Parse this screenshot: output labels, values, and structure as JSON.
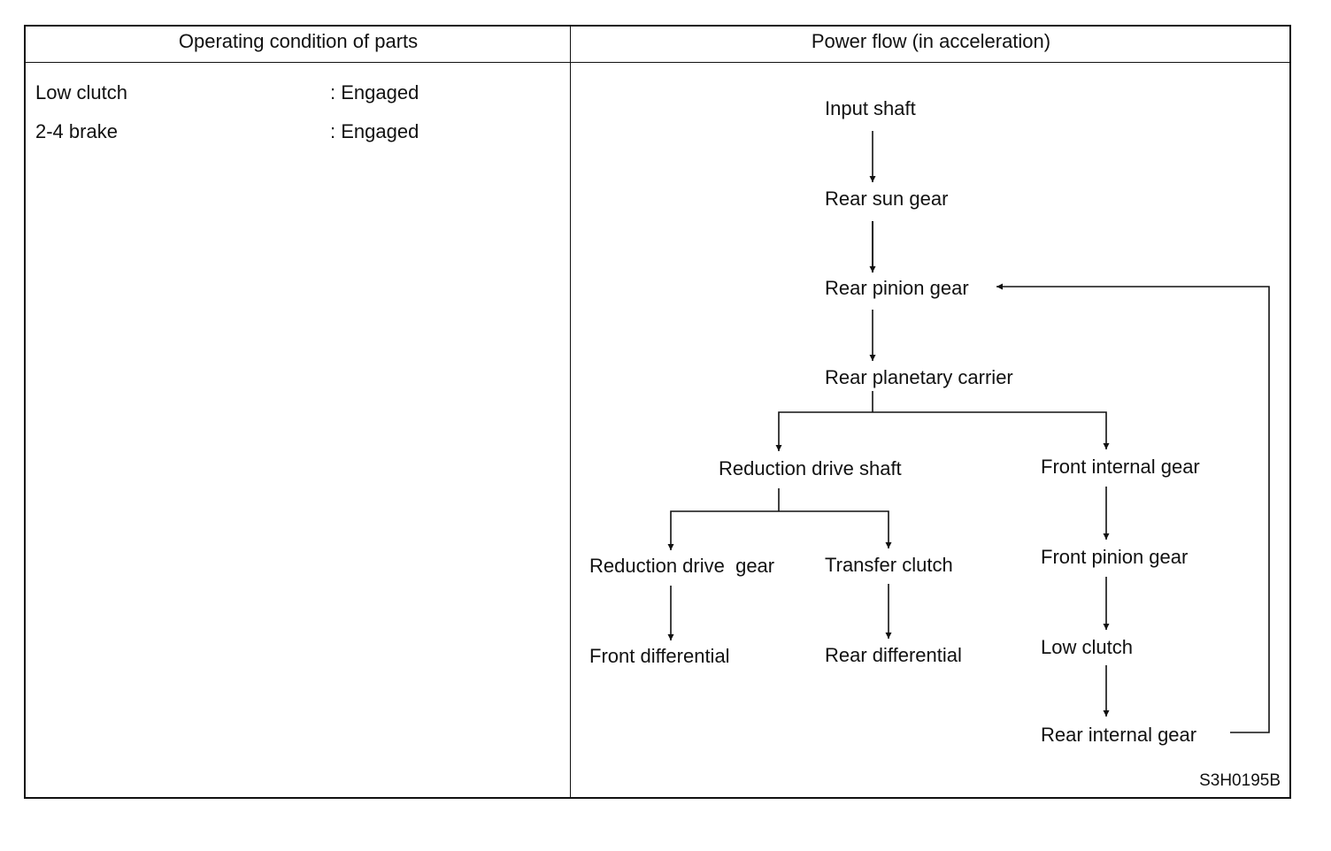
{
  "headers": {
    "left": "Operating condition of parts",
    "right": "Power flow (in acceleration)"
  },
  "conditions": [
    {
      "part": "Low clutch",
      "state": ": Engaged"
    },
    {
      "part": "2-4 brake",
      "state": ": Engaged"
    }
  ],
  "flow": {
    "input_shaft": "Input shaft",
    "rear_sun_gear": "Rear sun gear",
    "rear_pinion_gear": "Rear pinion gear",
    "rear_planetary_carrier": "Rear planetary carrier",
    "reduction_drive_shaft": "Reduction drive shaft",
    "front_internal_gear": "Front internal gear",
    "reduction_drive_gear": "Reduction drive  gear",
    "transfer_clutch": "Transfer clutch",
    "front_pinion_gear": "Front pinion gear",
    "front_differential": "Front differential",
    "rear_differential": "Rear differential",
    "low_clutch": "Low clutch",
    "rear_internal_gear": "Rear internal gear"
  },
  "figure_code": "S3H0195B"
}
